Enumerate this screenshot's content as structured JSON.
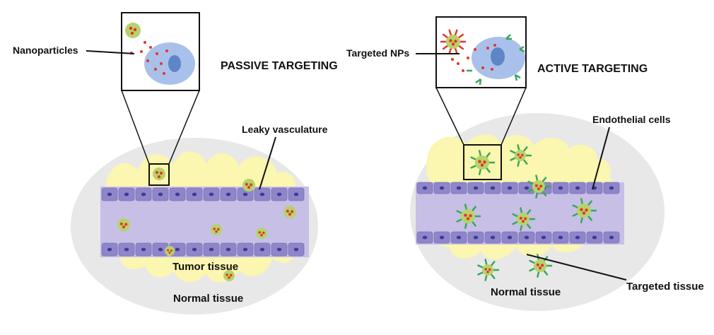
{
  "passive": {
    "title": "PASSIVE TARGETING",
    "nanoparticles_label": "Nanoparticles",
    "leaky_label": "Leaky vasculature",
    "tumor_label": "Tumor tissue",
    "normal_label": "Normal tissue"
  },
  "active": {
    "title": "ACTIVE TARGETING",
    "targeted_nps_label": "Targeted NPs",
    "endothelial_label": "Endothelial cells",
    "normal_label": "Normal tissue",
    "targeted_tissue_label": "Targeted tissue"
  },
  "colors": {
    "tissue_gray": "#e8e8e8",
    "tumor_yellow": "#fbf6b0",
    "vessel_purple": "#c7bfe6",
    "endothelial_cell": "#8f86c9",
    "nucleus": "#3f3a93",
    "np_green": "#b5d36a",
    "np_core": "#e8332a",
    "ligand_green": "#36a85c",
    "cell_body": "#a9c1ea",
    "cell_nucleus": "#5d86c7"
  }
}
